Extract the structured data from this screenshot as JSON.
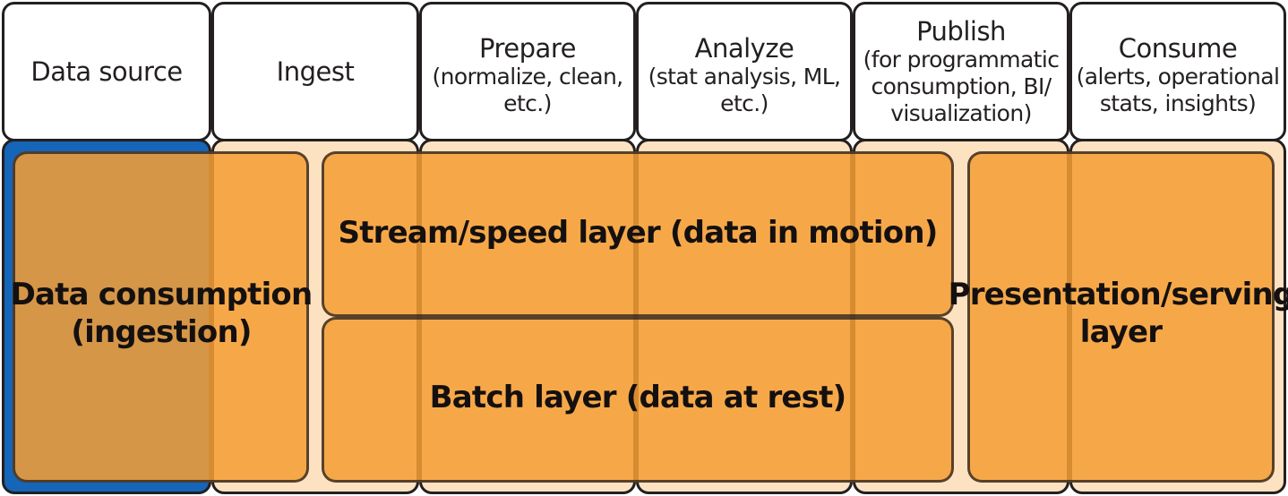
{
  "stages": [
    {
      "id": "data-source",
      "title": "Data source",
      "sub": []
    },
    {
      "id": "ingest",
      "title": "Ingest",
      "sub": []
    },
    {
      "id": "prepare",
      "title": "Prepare",
      "sub": [
        "(normalize, clean,",
        "etc.)"
      ]
    },
    {
      "id": "analyze",
      "title": "Analyze",
      "sub": [
        "(stat analysis, ML,",
        "etc.)"
      ]
    },
    {
      "id": "publish",
      "title": "Publish",
      "sub": [
        "(for programmatic",
        "consumption, BI/",
        "visualization)"
      ]
    },
    {
      "id": "consume",
      "title": "Consume",
      "sub": [
        "(alerts, operational",
        "stats, insights)"
      ]
    }
  ],
  "layers": {
    "consumption": [
      "Data consumption",
      "(ingestion)"
    ],
    "stream": "Stream/speed layer (data in motion)",
    "batch": "Batch layer (data at rest)",
    "presentation": [
      "Presentation/serving",
      "layer"
    ]
  },
  "colors": {
    "data_source_column": "#1565b8",
    "pipeline_columns": "#fde2c2",
    "layer_fill": "#f59e34",
    "outline": "#231f20"
  }
}
